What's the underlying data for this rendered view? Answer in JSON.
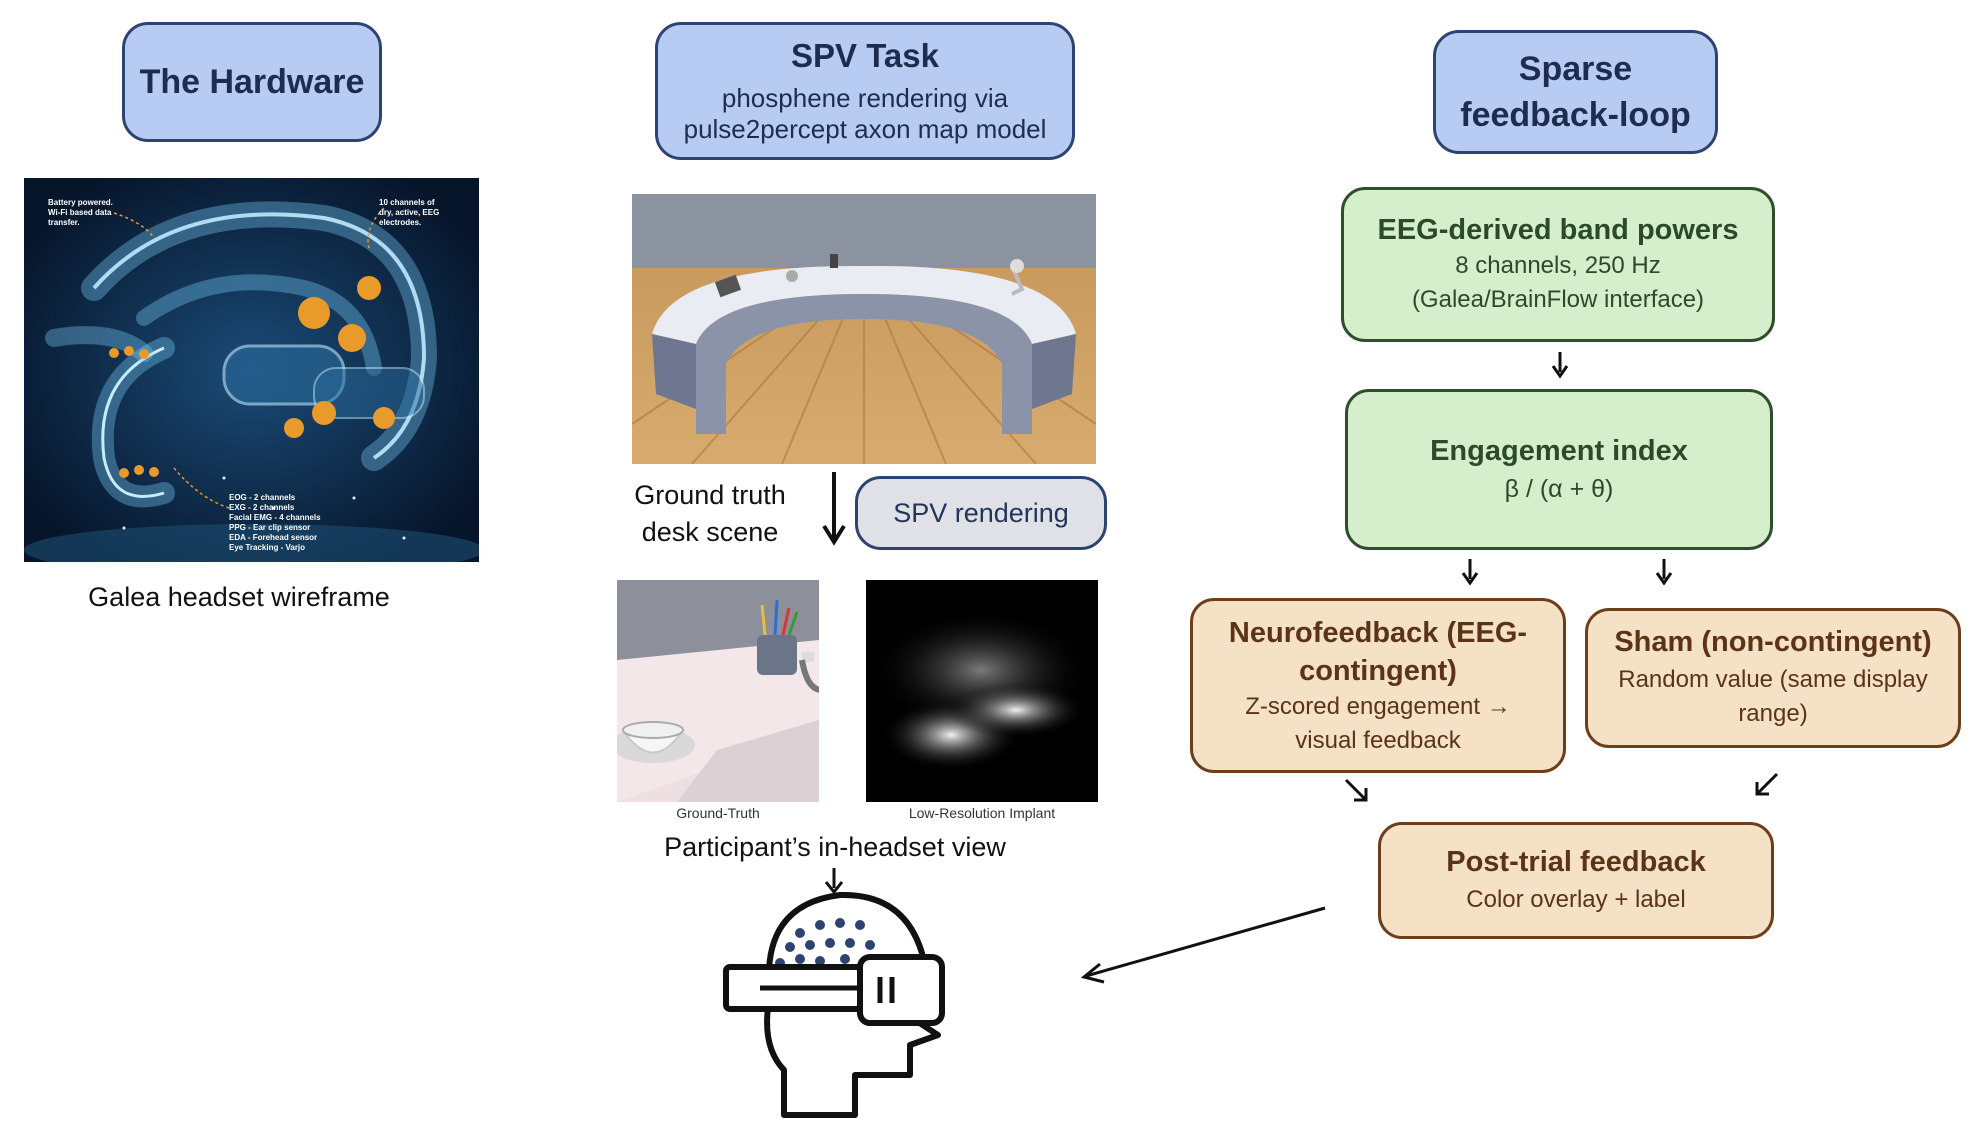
{
  "hardware": {
    "title": "The Hardware",
    "image_caption": "Galea headset wireframe",
    "annotations": {
      "top_left": "Battery powered.\nWi-Fi based data\ntransfer.",
      "top_right": "10 channels of\ndry, active, EEG\nelectrodes.",
      "bottom": "EOG - 2 channels\nEXG - 2 channels\nFacial EMG - 4 channels\nPPG - Ear clip sensor\nEDA - Forehead sensor\nEye Tracking - Varjo"
    }
  },
  "spv": {
    "title": "SPV Task",
    "subtitle_line1": "phosphene rendering via",
    "subtitle_line2": "pulse2percept axon map model",
    "ground_truth_line1": "Ground truth",
    "ground_truth_line2": "desk scene",
    "rendering_label": "SPV rendering",
    "panel_left_label": "Ground-Truth",
    "panel_right_label": "Low-Resolution Implant",
    "view_caption": "Participant’s in-headset view"
  },
  "loop": {
    "title_line1": "Sparse",
    "title_line2": "feedback-loop",
    "eeg": {
      "title": "EEG-derived band powers",
      "line1": "8 channels, 250 Hz",
      "line2": "(Galea/BrainFlow interface)"
    },
    "engagement": {
      "title": "Engagement index",
      "formula": "β / (α + θ)"
    },
    "neuro": {
      "title_line1": "Neurofeedback (EEG-",
      "title_line2": "contingent)",
      "line1": "Z-scored engagement →",
      "line2": "visual feedback"
    },
    "sham": {
      "title": "Sham (non-contingent)",
      "line1": "Random value (same display",
      "line2": "range)"
    },
    "post": {
      "title": "Post-trial feedback",
      "line1": "Color overlay + label"
    }
  },
  "colors": {
    "blue_fill": "#b8cbf2",
    "green_fill": "#d5eecb",
    "tan_fill": "#f4e1c6",
    "grey_fill": "#dfe1e6"
  },
  "icons": [
    "headset-wireframe-image",
    "vr-head-icon"
  ]
}
